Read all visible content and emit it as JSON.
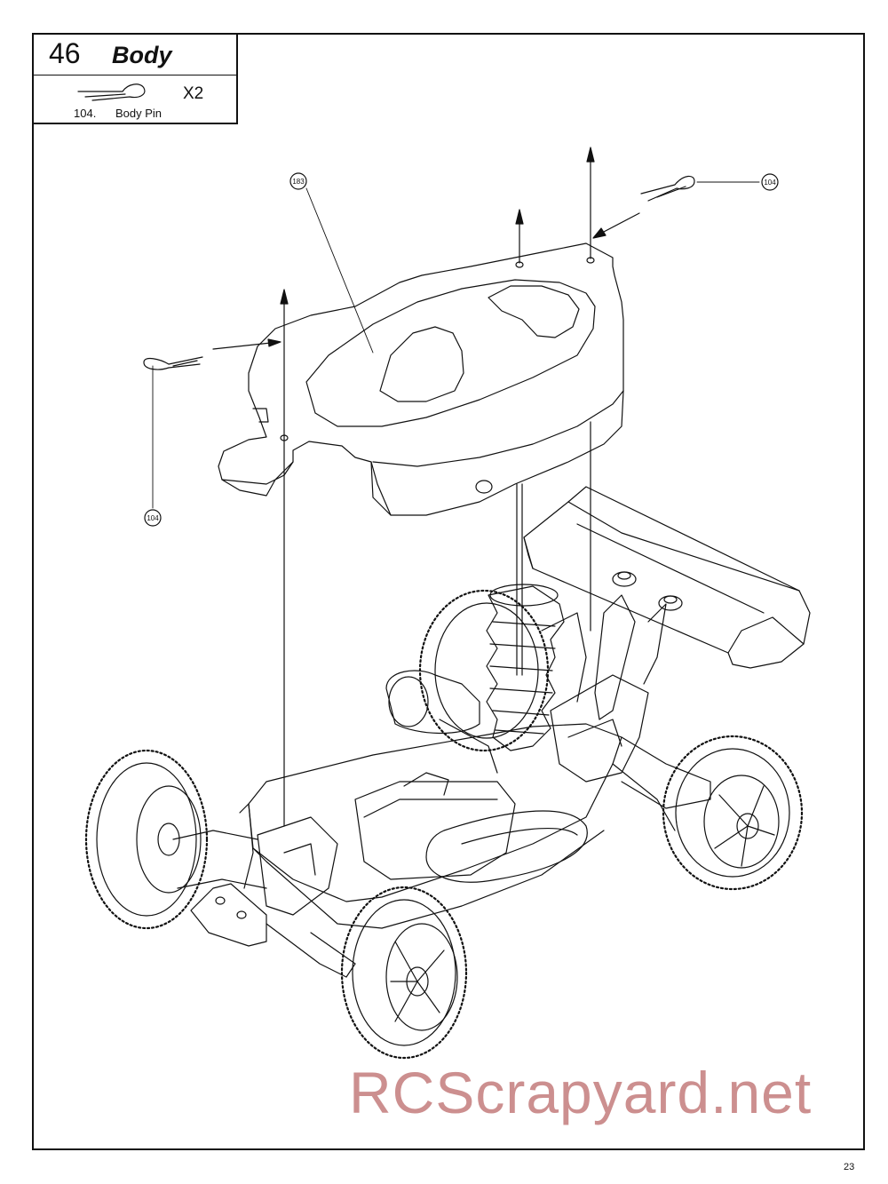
{
  "header": {
    "step_number": "46",
    "step_title": "Body",
    "part": {
      "number": "104.",
      "name": "Body Pin",
      "quantity": "X2"
    }
  },
  "callouts": {
    "body": "183",
    "pin_right": "104",
    "pin_left": "104"
  },
  "icons": {
    "body_pin": "body-pin-icon"
  },
  "watermark": "RCScrapyard.net",
  "page_number": "23",
  "colors": {
    "line": "#111111",
    "watermark": "#be7070"
  }
}
